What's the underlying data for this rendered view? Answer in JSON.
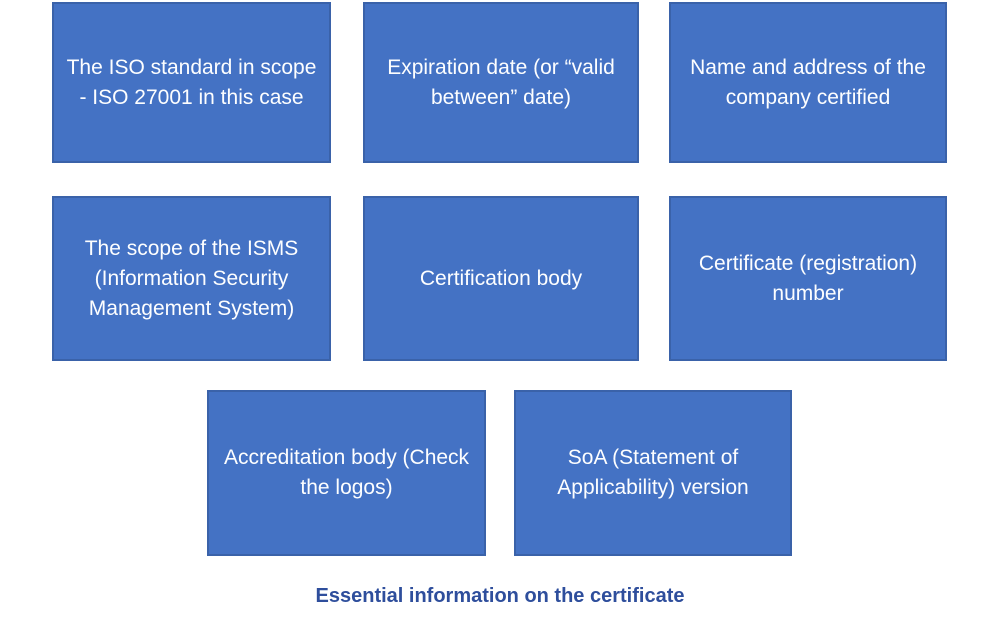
{
  "diagram": {
    "caption": "Essential information on the certificate",
    "colors": {
      "box_fill": "#4472C4",
      "box_border": "#3A62A9",
      "box_text": "#FDFEFF",
      "caption_text": "#2E4E9C",
      "background": "#FFFFFF"
    },
    "boxes": [
      {
        "label": "The ISO standard in scope - ISO 27001 in this case"
      },
      {
        "label": "Expiration date (or “valid between” date)"
      },
      {
        "label": "Name and address of the company certified"
      },
      {
        "label": "The scope of the ISMS (Information Security Management System)"
      },
      {
        "label": "Certification body"
      },
      {
        "label": "Certificate (registration) number"
      },
      {
        "label": "Accreditation body (Check the logos)"
      },
      {
        "label": "SoA (Statement of Applicability) version"
      }
    ]
  }
}
